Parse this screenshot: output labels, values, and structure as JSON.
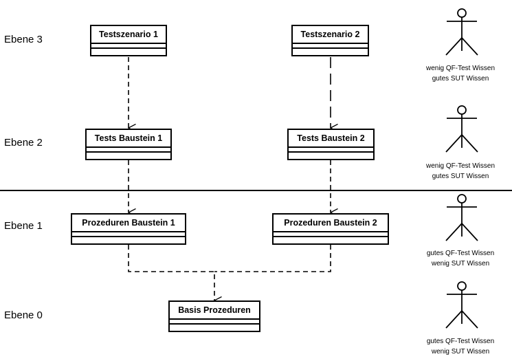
{
  "levels": {
    "ebene3": "Ebene 3",
    "ebene2": "Ebene 2",
    "ebene1": "Ebene 1",
    "ebene0": "Ebene 0"
  },
  "boxes": {
    "testszenario1": "Testszenario 1",
    "testszenario2": "Testszenario 2",
    "tests_baustein1": "Tests Baustein 1",
    "tests_baustein2": "Tests Baustein 2",
    "prozeduren_baustein1": "Prozeduren Baustein 1",
    "prozeduren_baustein2": "Prozeduren Baustein 2",
    "basis_prozeduren": "Basis Prozeduren"
  },
  "actors": [
    {
      "line1": "wenig QF-Test Wissen",
      "line2": "gutes SUT Wissen"
    },
    {
      "line1": "wenig QF-Test Wissen",
      "line2": "gutes SUT Wissen"
    },
    {
      "line1": "gutes QF-Test Wissen",
      "line2": "wenig SUT Wissen"
    },
    {
      "line1": "gutes QF-Test Wissen",
      "line2": "wenig SUT Wissen"
    }
  ]
}
